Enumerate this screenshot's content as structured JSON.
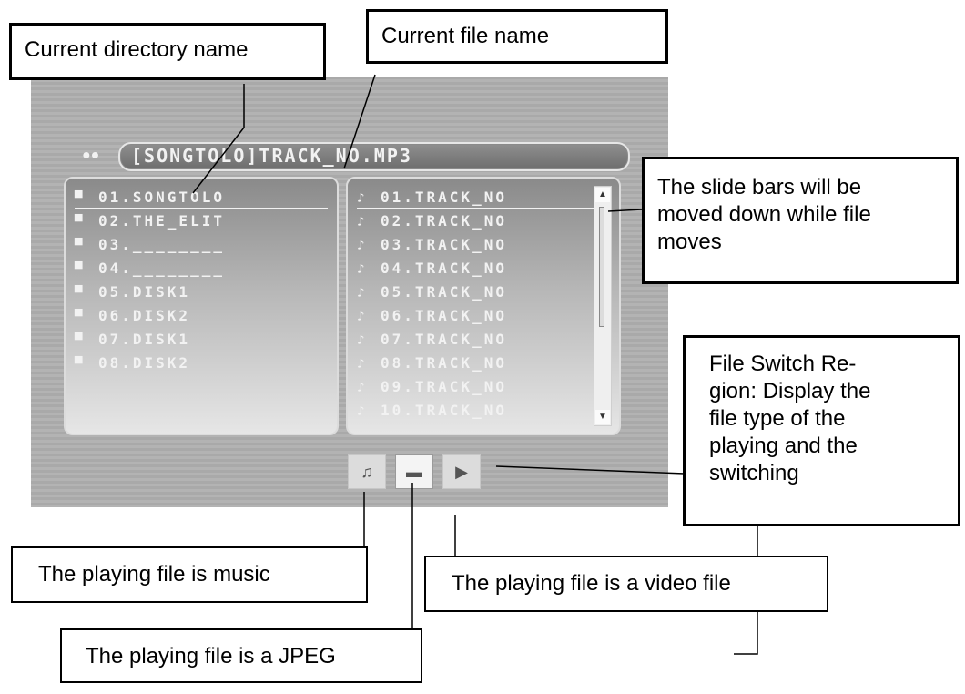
{
  "screen": {
    "title_text": "[SONGTOLO]TRACK_NO.MP3",
    "directories": [
      "01.SONGTOLO",
      "02.THE_ELIT",
      "03.________",
      "04.________",
      "05.DISK1",
      "06.DISK2",
      "07.DISK1",
      "08.DISK2"
    ],
    "files": [
      "01.TRACK_NO",
      "02.TRACK_NO",
      "03.TRACK_NO",
      "04.TRACK_NO",
      "05.TRACK_NO",
      "06.TRACK_NO",
      "07.TRACK_NO",
      "08.TRACK_NO",
      "09.TRACK_NO",
      "10.TRACK_NO"
    ],
    "switch_icons": [
      "music-note-icon",
      "camera-icon",
      "play-icon"
    ]
  },
  "callouts": {
    "current_directory": "Current directory name",
    "current_file": "Current file name",
    "slide_bars": [
      "The slide bars will be",
      "moved down while file",
      "moves"
    ],
    "file_switch": [
      "File Switch Re-",
      "gion: Display the",
      "file type of the",
      "playing and the",
      "switching"
    ],
    "music": "The playing file is music",
    "video": "The playing file is a video file",
    "jpeg": "The playing file is a JPEG"
  }
}
